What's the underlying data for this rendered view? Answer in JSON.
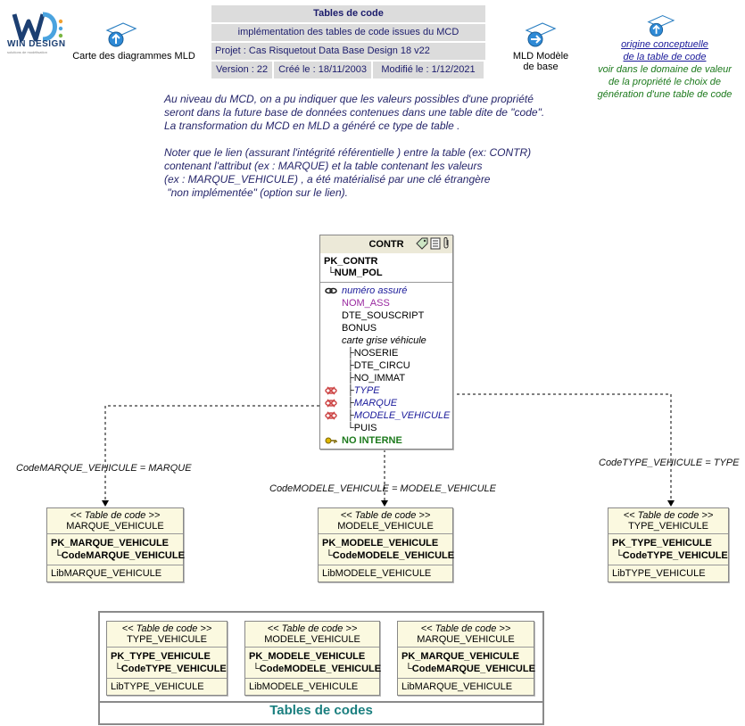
{
  "logo": {
    "text": "WIN DESIGN",
    "sub": "solutions de modélisation"
  },
  "nav": {
    "diagram_map": "Carte des diagrammes MLD",
    "mld_base_line1": "MLD Modèle",
    "mld_base_line2": "de base"
  },
  "header": {
    "title": "Tables de code",
    "subtitle": "implémentation des tables de code issues du MCD",
    "project": "Projet : Cas Risquetout Data Base Design 18 v22",
    "version": "Version : 22",
    "created": "Créé le : 18/11/2003",
    "modified": "Modifié le : 1/12/2021"
  },
  "origin": {
    "link1": "origine conceptuelle",
    "link2": "de la table de code",
    "text1": "voir dans le domaine de valeur",
    "text2": "de la propriété le choix de",
    "text3": "génération d'une table de code"
  },
  "description": {
    "p1_l1": "Au niveau du MCD, on a pu indiquer que les valeurs possibles d'une propriété",
    "p1_l2": "seront dans la future base de données contenues dans une table dite de \"code\".",
    "p1_l3": "La transformation du MCD en MLD a généré ce type de table .",
    "p2_l1": "Noter que le lien (assurant l'intégrité référentielle ) entre la table (ex: CONTR)",
    "p2_l2": "contenant l'attribut (ex : MARQUE) et la table contenant les valeurs",
    "p2_l3": " (ex : MARQUE_VEHICULE) , a été matérialisé par une clé étrangère",
    "p2_l4": " \"non implémentée\" (option sur le lien)."
  },
  "contr": {
    "name": "CONTR",
    "pk": "PK_CONTR",
    "pk_field": "NUM_POL",
    "attrs": [
      "numéro assuré",
      "NOM_ASS",
      "DTE_SOUSCRIPT",
      "BONUS",
      "carte grise véhicule",
      "NOSERIE",
      "DTE_CIRCU",
      "NO_IMMAT",
      "TYPE",
      "MARQUE",
      "MODELE_VEHICULE",
      "PUIS",
      "NO INTERNE"
    ]
  },
  "links": {
    "marque": "CodeMARQUE_VEHICULE = MARQUE",
    "modele": "CodeMODELE_VEHICULE = MODELE_VEHICULE",
    "type": "CodeTYPE_VEHICULE = TYPE"
  },
  "code_tables": {
    "stereotype": "<< Table de code >>",
    "marque": {
      "name": "MARQUE_VEHICULE",
      "pk": "PK_MARQUE_VEHICULE",
      "pk_field": "CodeMARQUE_VEHICULE",
      "lib": "LibMARQUE_VEHICULE"
    },
    "modele": {
      "name": "MODELE_VEHICULE",
      "pk": "PK_MODELE_VEHICULE",
      "pk_field": "CodeMODELE_VEHICULE",
      "lib": "LibMODELE_VEHICULE"
    },
    "type": {
      "name": "TYPE_VEHICULE",
      "pk": "PK_TYPE_VEHICULE",
      "pk_field": "CodeTYPE_VEHICULE",
      "lib": "LibTYPE_VEHICULE"
    }
  },
  "group": {
    "title": "Tables de codes"
  },
  "colors": {
    "accent_blue": "#1a1a9a",
    "green": "#1d7a1d",
    "teal": "#1a7f7f",
    "table_fill": "#fbf9e0"
  }
}
